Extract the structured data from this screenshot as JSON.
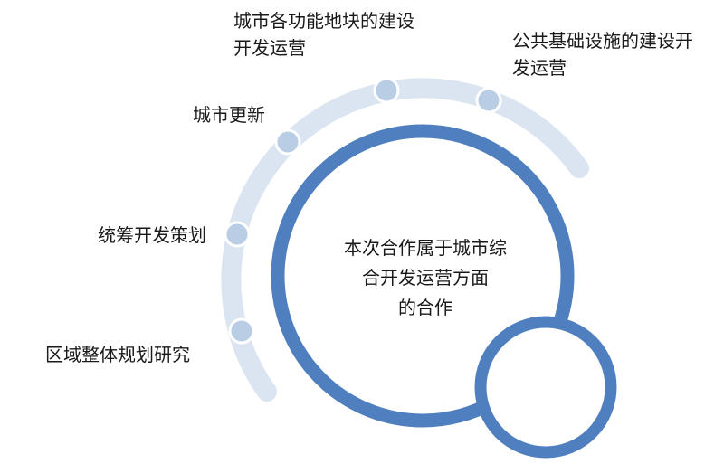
{
  "diagram": {
    "labels": [
      {
        "id": "top",
        "lines": [
          "城市各功能地块的建设",
          "开发运营"
        ]
      },
      {
        "id": "top-right",
        "lines": [
          "公共基础设施的建设开",
          "发运营"
        ]
      },
      {
        "id": "upper-left",
        "lines": [
          "城市更新"
        ]
      },
      {
        "id": "mid-left",
        "lines": [
          "统筹开发策划"
        ]
      },
      {
        "id": "lower-left",
        "lines": [
          "区域整体规划研究"
        ]
      }
    ],
    "center": {
      "lines": [
        "本次合作属于城市综",
        "合开发运营方面",
        "的合作"
      ]
    },
    "colors": {
      "main_ring": "#4f7fbe",
      "outer_arc": "#dbe5f1",
      "node_fill": "#b9cde5",
      "node_stroke": "#ffffff"
    }
  }
}
